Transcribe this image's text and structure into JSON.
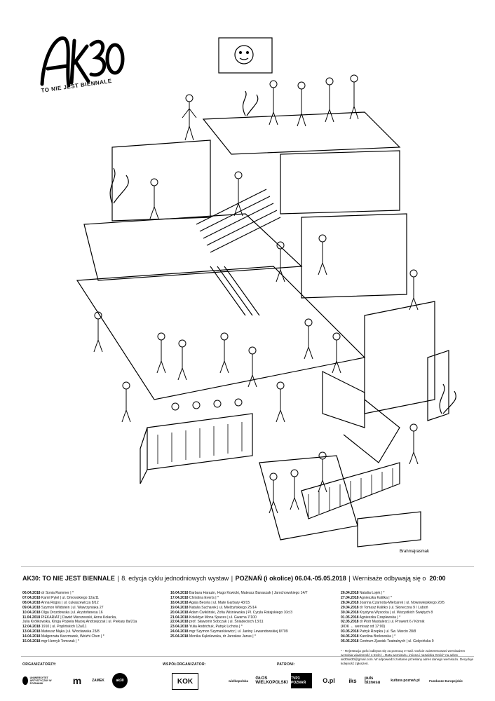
{
  "logo": {
    "mark": "AK30",
    "subtitle": "TO NIE JEST BIENNALE"
  },
  "illustration": {
    "signature": "Brahmajrasmak",
    "wall_icon": "face-icon"
  },
  "headline": {
    "title": "AK30: TO NIE JEST BIENNALE",
    "edition": "8. edycja cyklu jednodniowych wystaw",
    "place": "POZNAŃ (i okolice) 06.04.-05.05.2018",
    "time_label": "Wernisaże odbywają się o",
    "time": "20:00"
  },
  "schedule": {
    "col1": [
      {
        "date": "06.04.2018",
        "text": "dr Sonia Rammer | *"
      },
      {
        "date": "07.04.2018",
        "text": "Kamil Pytel | ul. Dmowskiego 12a/11"
      },
      {
        "date": "08.04.2018",
        "text": "Anna Rogos | ul. Łukaszewicza 8/12"
      },
      {
        "date": "09.04.2018",
        "text": "Szymon Wildstein | ul. Wawrzyniaka 27"
      },
      {
        "date": "10.04.2018",
        "text": "Olga Drozdowska | ul. Arystofanesa 16"
      },
      {
        "date": "11.04.2018",
        "text": "PIEKARIAT | Dawid Marszewski, Anna Kołacka,"
      },
      {
        "date": "",
        "text": "Julia Królikowska, Kinga Popiela Maciej Andrzejczak | ul. Piekary 8a/21a"
      },
      {
        "date": "12.04.2018",
        "text": "1910 | ul. Poplińskich 12a/11"
      },
      {
        "date": "13.04.2018",
        "text": "Mateusz Mąka | ul. Wrocławska 23/8"
      },
      {
        "date": "14.04.2018",
        "text": "Małgorzata Kaczmarek, Weizhi Chen | *"
      },
      {
        "date": "15.04.2018",
        "text": "mgr Henryk Tomczak | *"
      }
    ],
    "col2": [
      {
        "date": "16.04.2018",
        "text": "Barbara Harazin, Hugo Kowicki, Mateusz Banaszak | Jarochowskiego 14/7"
      },
      {
        "date": "17.04.2018",
        "text": "Christina Everts | *"
      },
      {
        "date": "18.04.2018",
        "text": "Agata Becela | ul. Mate Garbary 43/15"
      },
      {
        "date": "19.04.2018",
        "text": "Natalia Sucharek | ul. Mielżyńskiego 25/14"
      },
      {
        "date": "20.04.2018",
        "text": "Adam Ćwikliński, Zofia Wiśniewska | Pl. Cyryla Ratajskiego 10c/3"
      },
      {
        "date": "21.04.2018",
        "text": "Kolektyw Mona Spaces | ul. Gwarna 7/100"
      },
      {
        "date": "22.04.2018",
        "text": "prof. Sławomir Sobczak | ul. Śniadeckich 13/11"
      },
      {
        "date": "23.04.2018",
        "text": "Yulia Andrichuk, Patryk Lichota | *"
      },
      {
        "date": "24.04.2018",
        "text": "mgr Szymon Szymankiewicz | ul. Janiny Lewandowskiej 8/709"
      },
      {
        "date": "25.04.2018",
        "text": "Monika Kąkolewska, dr Jarosław Janus | *"
      }
    ],
    "col3": [
      {
        "date": "26.04.2018",
        "text": "Natalia Łojek | *"
      },
      {
        "date": "27.04.2018",
        "text": "Agnieszka Kalitka | *"
      },
      {
        "date": "28.04.2018",
        "text": "Joanna Czarnota-Mielcarek | ul. Nowowiejskiego 20/5"
      },
      {
        "date": "29.04.2018",
        "text": "dr Tomasz Kalitko | ul. Słoneczna 9 / Luboń"
      },
      {
        "date": "30.04.2018",
        "text": "Krystyna Wysocka | ul. Wszystkich Świętych 8"
      },
      {
        "date": "01.05.2018",
        "text": "Agnieszka Czaplewska | *"
      },
      {
        "date": "02.05.2018",
        "text": "dr Piotr Mastalerz | ul. Prowent 6 / Kórnik"
      },
      {
        "date": "",
        "text": "(KDK ← wernisaż od 17:00)"
      },
      {
        "date": "03.05.2018",
        "text": "Patryk Rzepka | ul. Św. Marcin 28/8"
      },
      {
        "date": "04.05.2018",
        "text": "Karolina Borkowska | *"
      },
      {
        "date": "05.05.2018",
        "text": "Centrum Zjawisk Teatralnych | ul. Gełęcińska 9"
      }
    ],
    "note": "* - Rejestracja gości odbywa się za pomocą e-mail. Goście zainteresowani wernisażem wysyłają wiadomość o treści: „ Data wernisażu, imiona i nazwiska Gości” na adres ak30ak30@gmail.com. W odpowiedzi zostanie przesłany adres danego wernisażu. Decyduje kolejność zgłoszeń."
  },
  "sponsors": {
    "organizers_label": "ORGANIZATORZY:",
    "coorganizers_label": "WSPÓŁORGANIZATOR:",
    "patrons_label": "PATRONI:",
    "organizers": [
      "UNIWERSYTET ARTYSTYCZNY W POZNANIU",
      "m",
      "ZAMEK",
      "ak30"
    ],
    "coorganizers": [
      "KOK"
    ],
    "patrons": [
      "wielkopolska",
      "GŁOS WIELKOPOLSKI",
      "TVP3 POZNAŃ",
      "O.pl",
      "iks",
      "puls biznesu",
      "kultura poznań.pl",
      "Fundusze Europejskie"
    ]
  }
}
